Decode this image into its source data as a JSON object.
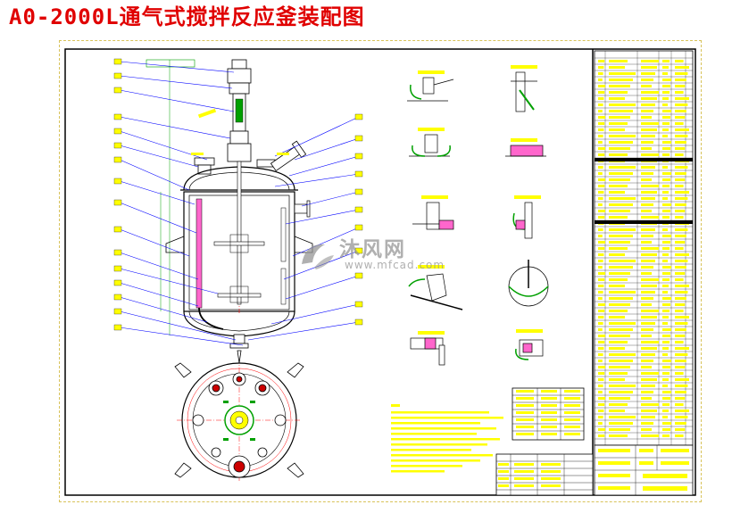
{
  "title": "A0-2000L通气式搅拌反应釜装配图",
  "watermark": {
    "name": "沐风网",
    "url": "www.mfcad.com"
  },
  "colors": {
    "title": "#e00000",
    "drawing_lines": "#000000",
    "leaders": "#0000ff",
    "annotations": "#ffff00",
    "sections": "#00a000",
    "hatch": "#ff00ff",
    "centerlines": "#ff0000",
    "frame": "#d8c35a"
  },
  "icons": [
    "watermark-logo-icon"
  ]
}
